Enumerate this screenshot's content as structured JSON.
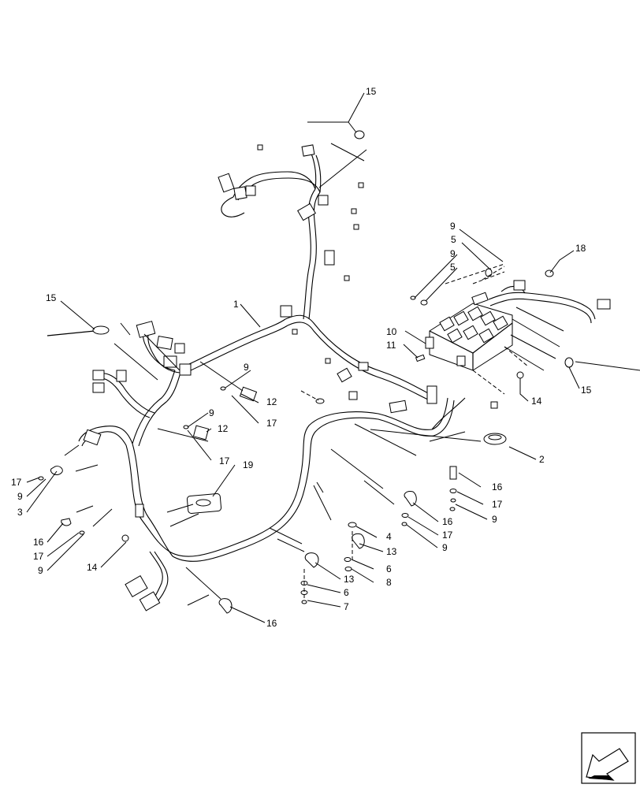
{
  "diagram": {
    "callouts": [
      {
        "id": "c15a",
        "label": "15"
      },
      {
        "id": "c15b",
        "label": "15"
      },
      {
        "id": "c15c",
        "label": "15"
      },
      {
        "id": "c18",
        "label": "18"
      },
      {
        "id": "c9a",
        "label": "9"
      },
      {
        "id": "c5a",
        "label": "5"
      },
      {
        "id": "c9b",
        "label": "9"
      },
      {
        "id": "c5b",
        "label": "5"
      },
      {
        "id": "c1",
        "label": "1"
      },
      {
        "id": "c10",
        "label": "10"
      },
      {
        "id": "c11",
        "label": "11"
      },
      {
        "id": "c14a",
        "label": "14"
      },
      {
        "id": "c2",
        "label": "2"
      },
      {
        "id": "c9c",
        "label": "9"
      },
      {
        "id": "c12a",
        "label": "12"
      },
      {
        "id": "c17a",
        "label": "17"
      },
      {
        "id": "c9d",
        "label": "9"
      },
      {
        "id": "c12b",
        "label": "12"
      },
      {
        "id": "c17b",
        "label": "17"
      },
      {
        "id": "c19",
        "label": "19"
      },
      {
        "id": "c17c",
        "label": "17"
      },
      {
        "id": "c9e",
        "label": "9"
      },
      {
        "id": "c3",
        "label": "3"
      },
      {
        "id": "c16a",
        "label": "16"
      },
      {
        "id": "c17d",
        "label": "17"
      },
      {
        "id": "c9f",
        "label": "9"
      },
      {
        "id": "c14b",
        "label": "14"
      },
      {
        "id": "c16b",
        "label": "16"
      },
      {
        "id": "c17e",
        "label": "17"
      },
      {
        "id": "c9g",
        "label": "9"
      },
      {
        "id": "c16c",
        "label": "16"
      },
      {
        "id": "c17f",
        "label": "17"
      },
      {
        "id": "c9h",
        "label": "9"
      },
      {
        "id": "c4",
        "label": "4"
      },
      {
        "id": "c13a",
        "label": "13"
      },
      {
        "id": "c6a",
        "label": "6"
      },
      {
        "id": "c8",
        "label": "8"
      },
      {
        "id": "c13b",
        "label": "13"
      },
      {
        "id": "c6b",
        "label": "6"
      },
      {
        "id": "c7",
        "label": "7"
      },
      {
        "id": "c16d",
        "label": "16"
      }
    ]
  }
}
